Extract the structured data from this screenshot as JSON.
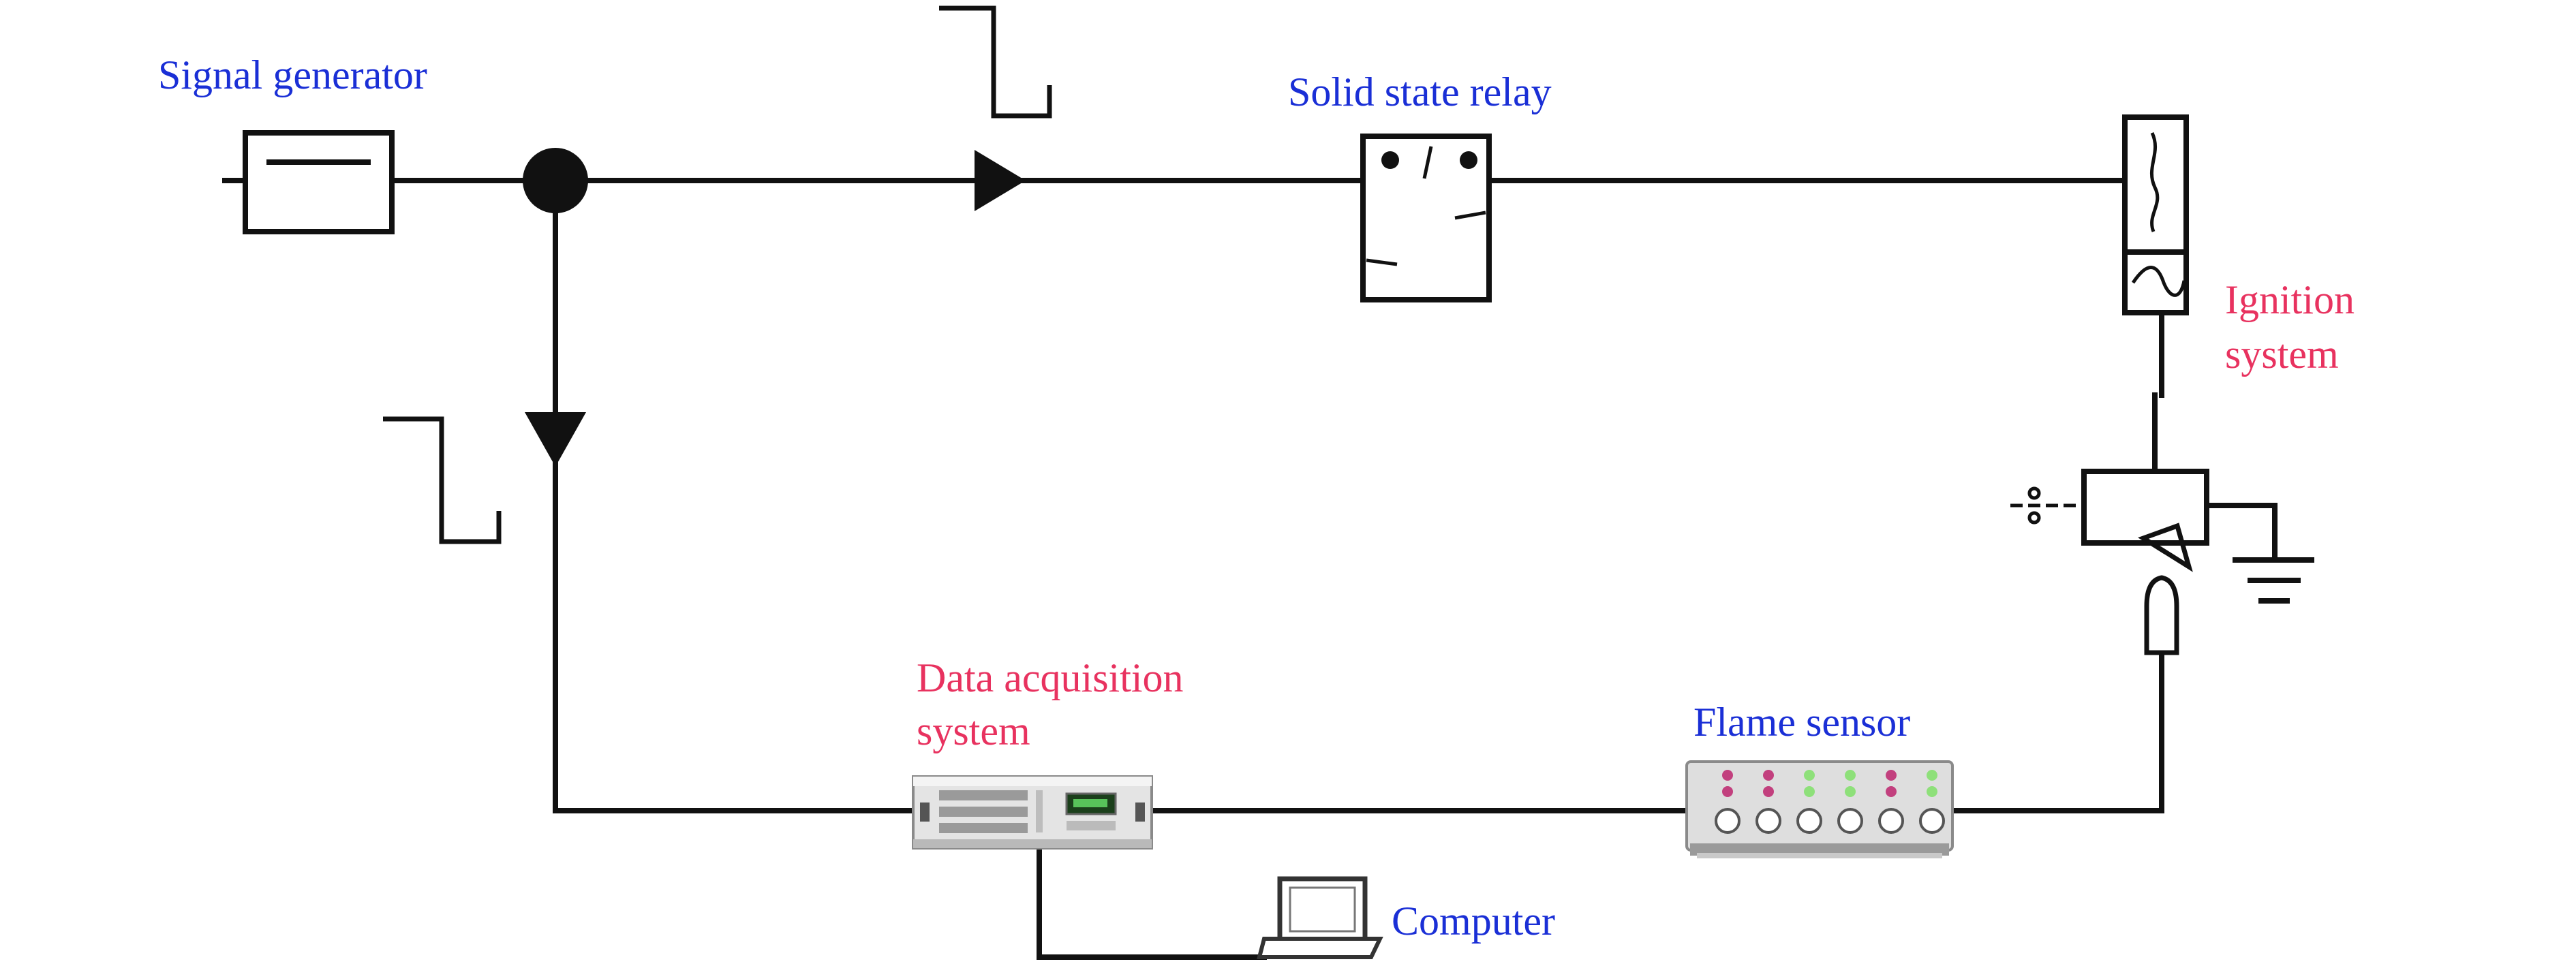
{
  "labels": {
    "signal_generator": "Signal generator",
    "solid_state_relay": "Solid state relay",
    "ignition_system_line1": "Ignition",
    "ignition_system_line2": "system",
    "data_acquisition_line1": "Data acquisition",
    "data_acquisition_line2": "system",
    "flame_sensor": "Flame sensor",
    "computer": "Computer"
  },
  "colors": {
    "blue_label": "#1a2fd6",
    "red_label": "#e8325f",
    "wire": "#111111"
  },
  "icons": {
    "signal_generator": "signal-generator-icon",
    "solid_state_relay": "relay-icon",
    "ignition_coil": "ignition-coil-icon",
    "spark_plug": "spark-plug-icon",
    "ground": "ground-icon",
    "daq": "daq-rack-icon",
    "flame_sensor": "flame-sensor-icon",
    "computer": "laptop-icon"
  }
}
